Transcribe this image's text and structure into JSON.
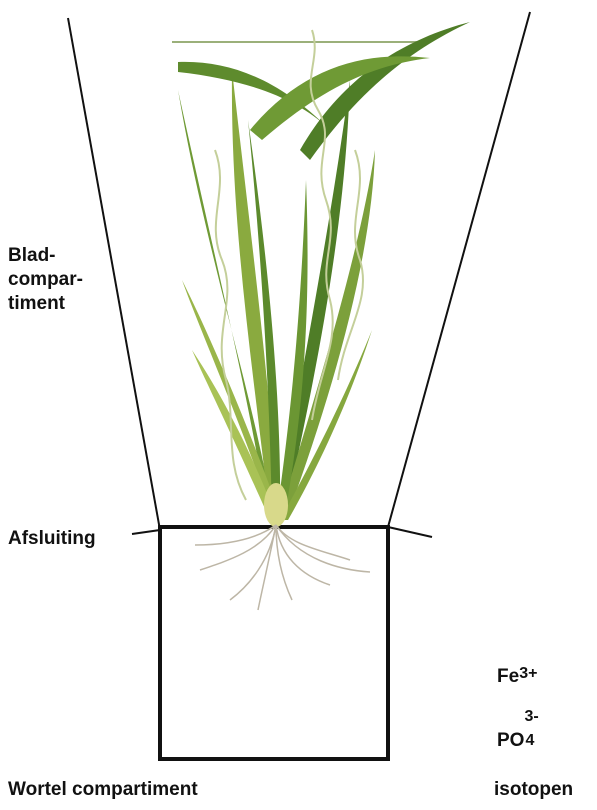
{
  "labels": {
    "blad_lines": [
      "Blad-",
      "compar-",
      "timent"
    ],
    "afsluiting": "Afsluiting",
    "wortel": "Wortel compartiment",
    "isotopen": "isotopen"
  },
  "isotopes": {
    "fe": {
      "symbol": "Fe",
      "charge": "3+"
    },
    "po": {
      "symbol": "PO",
      "subscript": "4",
      "charge": "3-"
    }
  },
  "colors": {
    "line": "#111111",
    "leaf_dark": "#4d7a2a",
    "leaf_mid": "#7aa23d",
    "leaf_light": "#c9d67a",
    "root": "#bdb6a6"
  }
}
